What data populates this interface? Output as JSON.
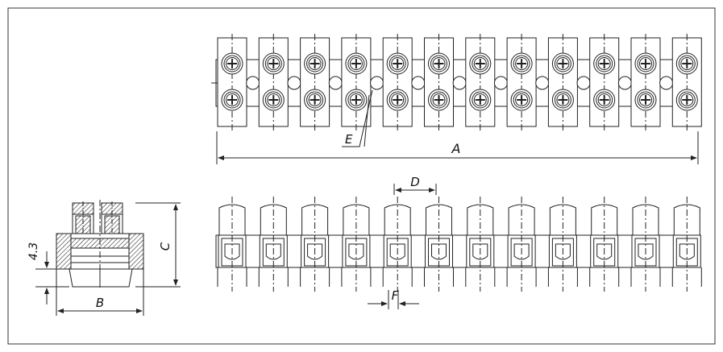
{
  "drawing": {
    "terminal_count": 12,
    "line_color": "#222222",
    "hatch_color": "#333333",
    "background": "#ffffff",
    "dimensions": {
      "A": "A",
      "B": "B",
      "C": "C",
      "D": "D",
      "E": "E",
      "F": "F",
      "height_offset": "4.3"
    }
  }
}
